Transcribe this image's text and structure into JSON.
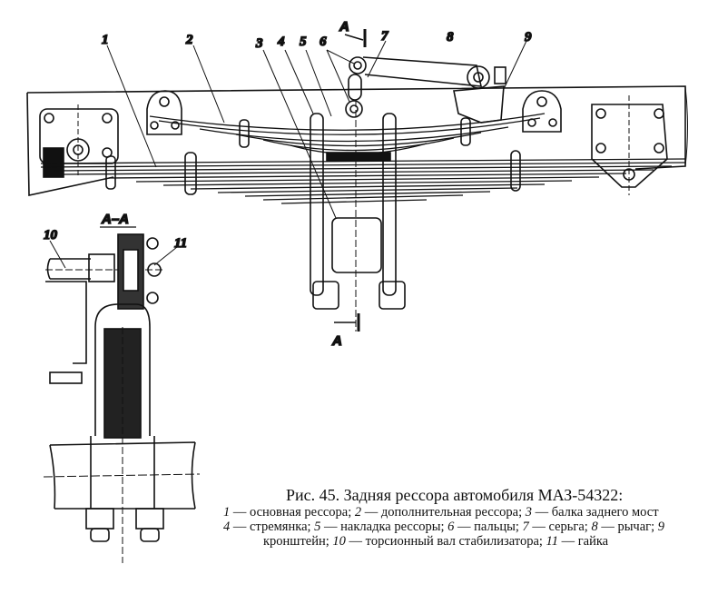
{
  "figure": {
    "callouts": [
      "1",
      "2",
      "3",
      "4",
      "5",
      "6",
      "7",
      "8",
      "9",
      "10",
      "11"
    ],
    "section_marks": {
      "top": "A",
      "bottom": "A",
      "section_label": "А–А"
    },
    "caption": {
      "title": "Рис. 45. Задняя рессора автомобиля МАЗ-54322:",
      "legend": [
        {
          "num": "1",
          "text": "основная рессора;"
        },
        {
          "num": "2",
          "text": "дополнительная рессора;"
        },
        {
          "num": "3",
          "text": "балка заднего мост"
        },
        {
          "num": "4",
          "text": "стремянка;"
        },
        {
          "num": "5",
          "text": "накладка рессоры;"
        },
        {
          "num": "6",
          "text": "пальцы;"
        },
        {
          "num": "7",
          "text": "серьга;"
        },
        {
          "num": "8",
          "text": "рычаг;"
        },
        {
          "num": "9",
          "text": "кронштейн;"
        },
        {
          "num": "10",
          "text": "торсионный вал стабилизатора;"
        },
        {
          "num": "11",
          "text": "гайка"
        }
      ],
      "dash": "—"
    }
  }
}
